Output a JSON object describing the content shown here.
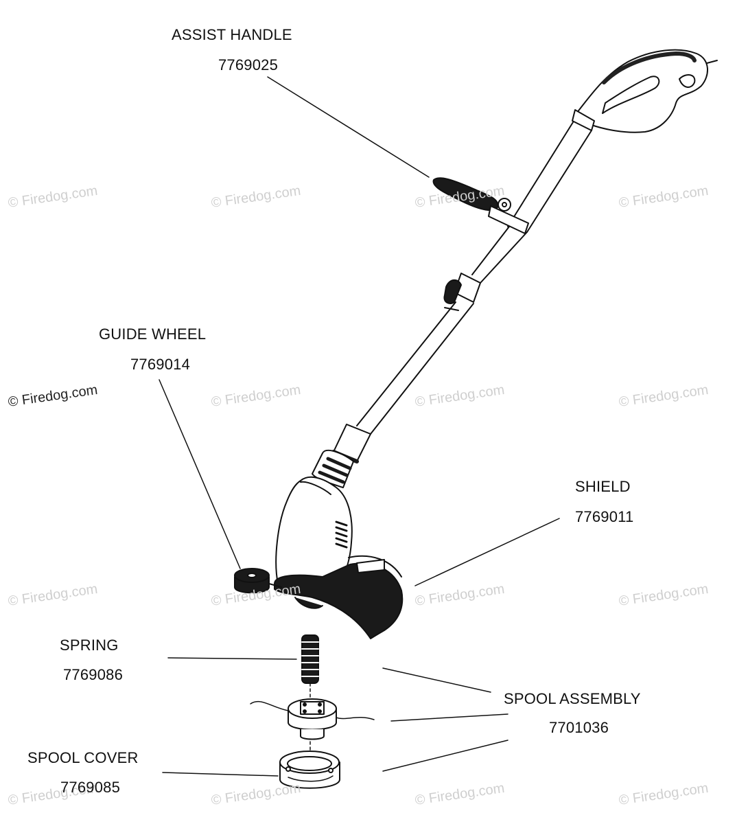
{
  "parts": {
    "assist_handle": {
      "name": "ASSIST HANDLE",
      "number": "7769025"
    },
    "guide_wheel": {
      "name": "GUIDE WHEEL",
      "number": "7769014"
    },
    "shield": {
      "name": "SHIELD",
      "number": "7769011"
    },
    "spring": {
      "name": "SPRING",
      "number": "7769086"
    },
    "spool_assembly": {
      "name": "SPOOL ASSEMBLY",
      "number": "7701036"
    },
    "spool_cover": {
      "name": "SPOOL COVER",
      "number": "7769085"
    }
  },
  "watermark": {
    "text": "© Firedog.com"
  }
}
